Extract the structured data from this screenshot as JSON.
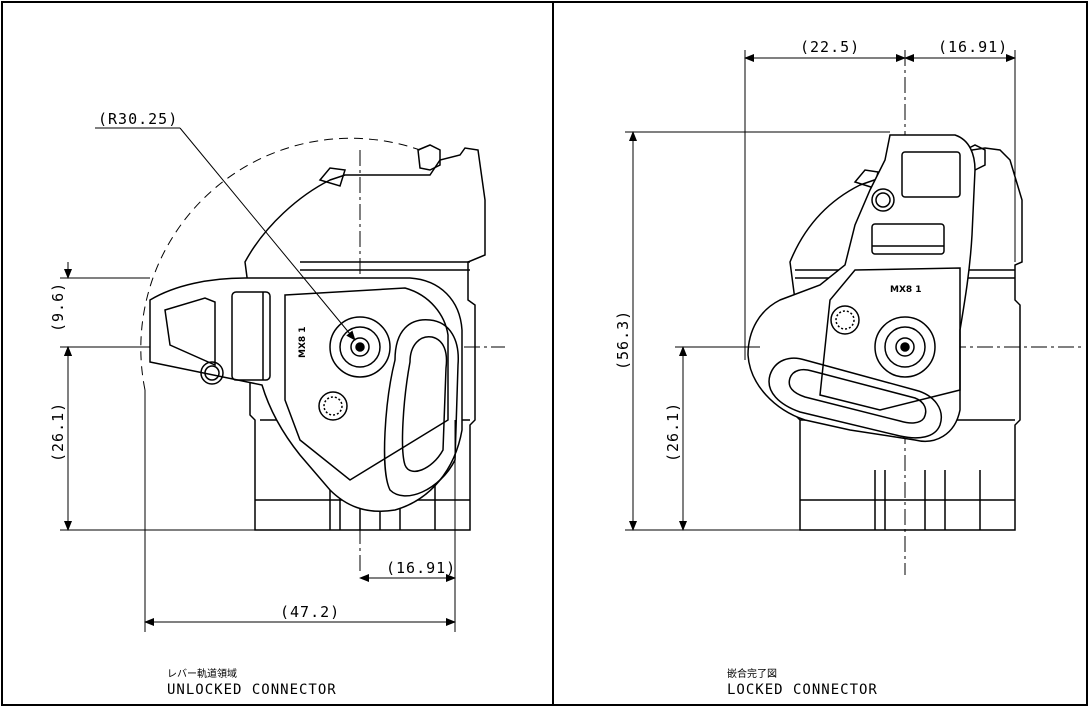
{
  "panels": {
    "left": {
      "caption_ja": "レバー軌道領域",
      "caption_en": "UNLOCKED CONNECTOR",
      "part_mark": "MX8 1",
      "dims": {
        "radius": "(R30.25)",
        "height_top": "(9.6)",
        "height_bottom": "(26.1)",
        "width_right": "(16.91)",
        "width_total": "(47.2)"
      }
    },
    "right": {
      "caption_ja": "嵌合完了図",
      "caption_en": "LOCKED CONNECTOR",
      "part_mark": "MX8 1",
      "dims": {
        "width_left": "(22.5)",
        "width_right": "(16.91)",
        "height_total": "(56.3)",
        "height_bottom": "(26.1)"
      }
    }
  },
  "colors": {
    "line": "#000000",
    "background": "#ffffff"
  }
}
